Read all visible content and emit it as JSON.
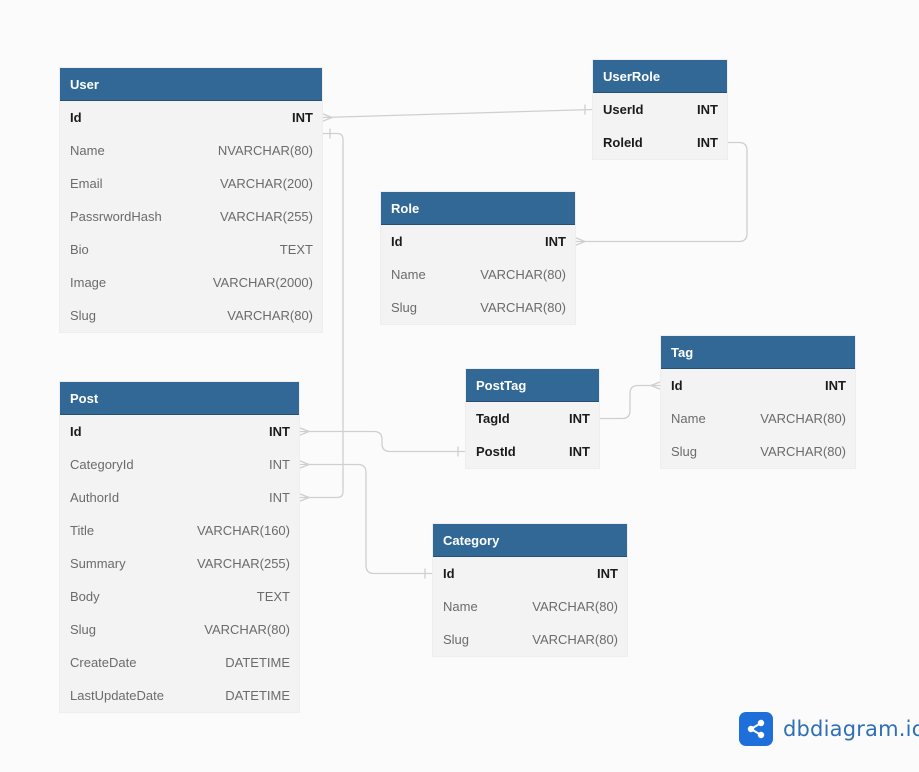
{
  "brand": {
    "text": "dbdiagram.io",
    "icon": "share-nodes-icon",
    "color": "#1e6fd9"
  },
  "colors": {
    "header": "#316896",
    "body": "#f3f3f4",
    "link": "#cfcfcf"
  },
  "tables": [
    {
      "name": "User",
      "fields": [
        {
          "name": "Id",
          "type": "INT",
          "key": true
        },
        {
          "name": "Name",
          "type": "NVARCHAR(80)"
        },
        {
          "name": "Email",
          "type": "VARCHAR(200)"
        },
        {
          "name": "PassrwordHash",
          "type": "VARCHAR(255)"
        },
        {
          "name": "Bio",
          "type": "TEXT"
        },
        {
          "name": "Image",
          "type": "VARCHAR(2000)"
        },
        {
          "name": "Slug",
          "type": "VARCHAR(80)"
        }
      ]
    },
    {
      "name": "UserRole",
      "fields": [
        {
          "name": "UserId",
          "type": "INT",
          "key": true
        },
        {
          "name": "RoleId",
          "type": "INT",
          "key": true
        }
      ]
    },
    {
      "name": "Role",
      "fields": [
        {
          "name": "Id",
          "type": "INT",
          "key": true
        },
        {
          "name": "Name",
          "type": "VARCHAR(80)"
        },
        {
          "name": "Slug",
          "type": "VARCHAR(80)"
        }
      ]
    },
    {
      "name": "Tag",
      "fields": [
        {
          "name": "Id",
          "type": "INT",
          "key": true
        },
        {
          "name": "Name",
          "type": "VARCHAR(80)"
        },
        {
          "name": "Slug",
          "type": "VARCHAR(80)"
        }
      ]
    },
    {
      "name": "PostTag",
      "fields": [
        {
          "name": "TagId",
          "type": "INT",
          "key": true
        },
        {
          "name": "PostId",
          "type": "INT",
          "key": true
        }
      ]
    },
    {
      "name": "Post",
      "fields": [
        {
          "name": "Id",
          "type": "INT",
          "key": true
        },
        {
          "name": "CategoryId",
          "type": "INT"
        },
        {
          "name": "AuthorId",
          "type": "INT"
        },
        {
          "name": "Title",
          "type": "VARCHAR(160)"
        },
        {
          "name": "Summary",
          "type": "VARCHAR(255)"
        },
        {
          "name": "Body",
          "type": "TEXT"
        },
        {
          "name": "Slug",
          "type": "VARCHAR(80)"
        },
        {
          "name": "CreateDate",
          "type": "DATETIME"
        },
        {
          "name": "LastUpdateDate",
          "type": "DATETIME"
        }
      ]
    },
    {
      "name": "Category",
      "fields": [
        {
          "name": "Id",
          "type": "INT",
          "key": true
        },
        {
          "name": "Name",
          "type": "VARCHAR(80)"
        },
        {
          "name": "Slug",
          "type": "VARCHAR(80)"
        }
      ]
    }
  ],
  "relationships": [
    {
      "from": "User.Id",
      "to": "UserRole.UserId"
    },
    {
      "from": "Role.Id",
      "to": "UserRole.RoleId"
    },
    {
      "from": "User.Id",
      "to": "Post.AuthorId"
    },
    {
      "from": "Post.Id",
      "to": "PostTag.PostId"
    },
    {
      "from": "Tag.Id",
      "to": "PostTag.TagId"
    },
    {
      "from": "Category.Id",
      "to": "Post.CategoryId"
    }
  ]
}
